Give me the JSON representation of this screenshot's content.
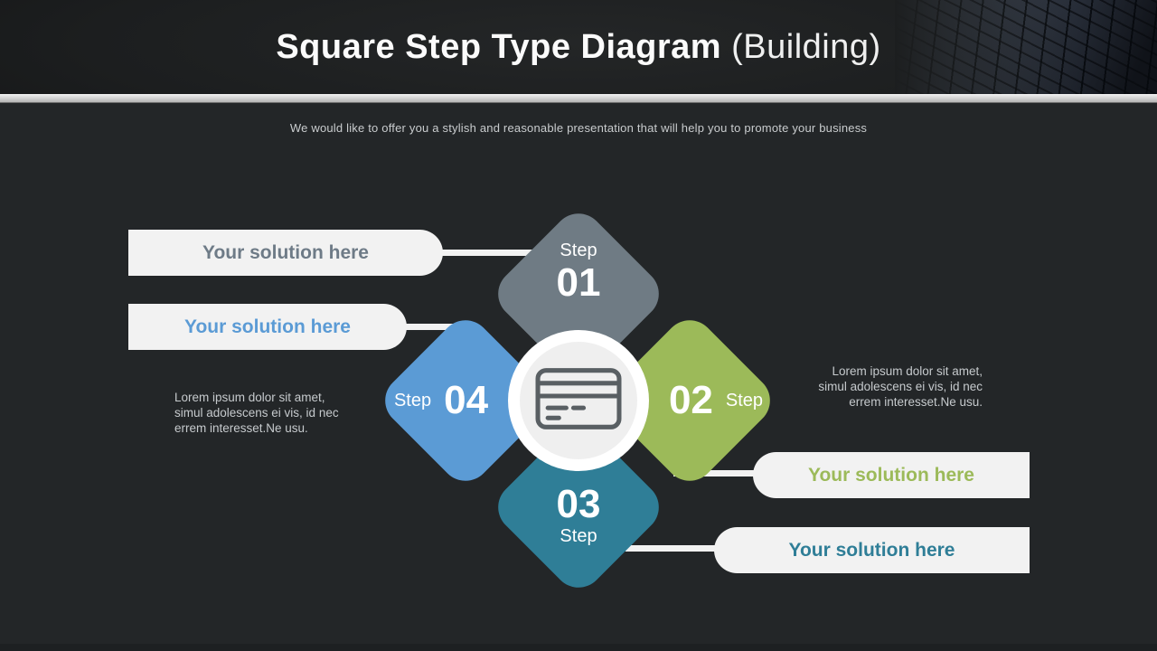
{
  "slide": {
    "title": {
      "main": "Square Step Type Diagram",
      "suffix": " (Building)"
    },
    "subtitle": "We would like to offer you a stylish and reasonable presentation that will help you to promote your business"
  },
  "diagram": {
    "steps": [
      {
        "num": "01",
        "word": "Step",
        "color": "#6f7b84"
      },
      {
        "num": "02",
        "word": "Step",
        "color": "#9cba59"
      },
      {
        "num": "03",
        "word": "Step",
        "color": "#2f7e97"
      },
      {
        "num": "04",
        "word": "Step",
        "color": "#5b9bd5"
      }
    ],
    "center_icon": "credit-card",
    "callouts": [
      {
        "text": "Your solution here",
        "text_color": "#6e7b87",
        "position": "top-left"
      },
      {
        "text": "Your solution here",
        "text_color": "#5b9bd5",
        "position": "mid-left"
      },
      {
        "text": "Your solution here",
        "text_color": "#9cba59",
        "position": "mid-right"
      },
      {
        "text": "Your solution here",
        "text_color": "#2f7e97",
        "position": "bottom-right"
      }
    ],
    "lorem_left": {
      "line1": "Lorem ipsum dolor sit amet,",
      "line2": "simul adolescens ei vis, id nec",
      "line3": "errem interesset.Ne usu."
    },
    "lorem_right": {
      "line1": "Lorem ipsum dolor sit amet,",
      "line2": "simul adolescens ei vis, id nec",
      "line3": "errem interesset.Ne usu."
    },
    "colors": {
      "pill_bg": "#f2f2f2",
      "background": "#232628",
      "header_bg": "#1c1e1f",
      "divider": "#c9c9c9"
    }
  }
}
